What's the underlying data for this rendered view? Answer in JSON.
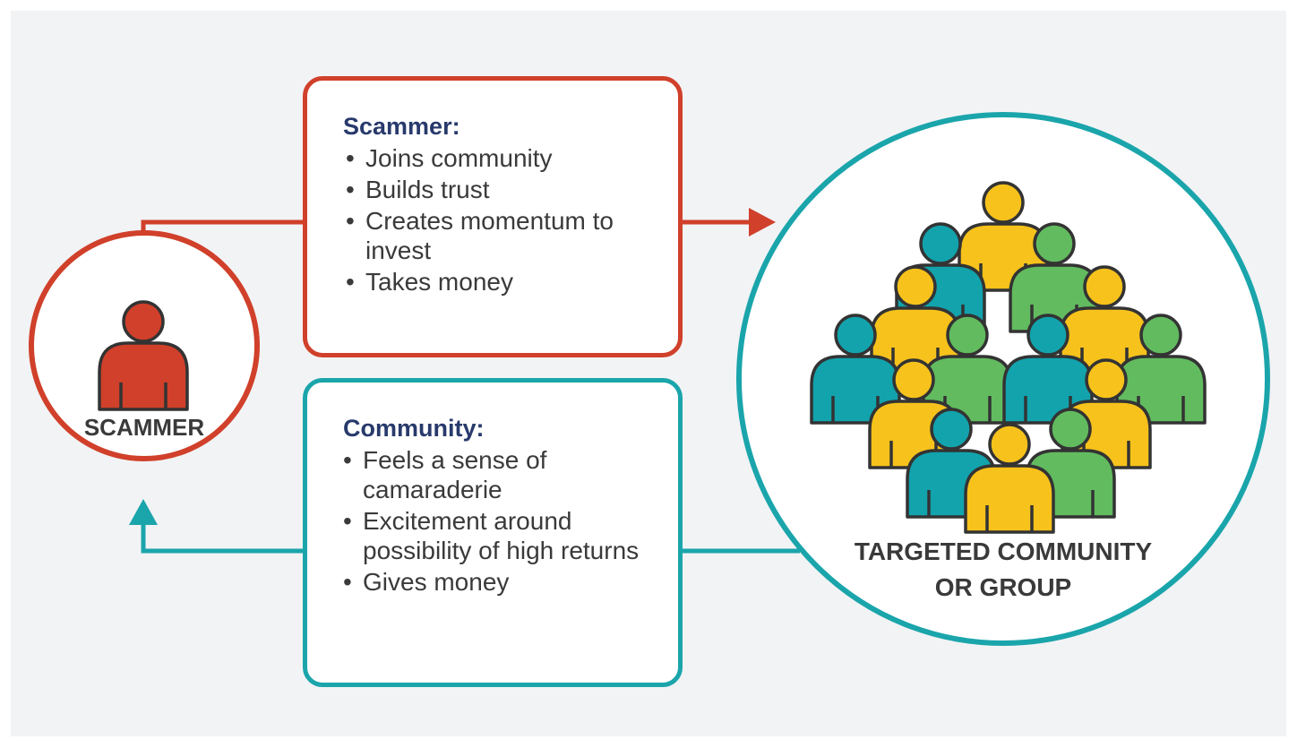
{
  "scammer_node": {
    "label": "SCAMMER",
    "color": "#d0402a",
    "icon": "person-icon"
  },
  "scammer_box": {
    "title": "Scammer:",
    "bullets": [
      "Joins community",
      "Builds trust",
      "Creates momentum to invest",
      "Takes money"
    ],
    "border_color": "#d0402a"
  },
  "community_box": {
    "title": "Community:",
    "bullets": [
      "Feels a sense of camaraderie",
      "Excitement around possibility of high returns",
      "Gives money"
    ],
    "border_color": "#1aa5ab"
  },
  "group_node": {
    "label_line1": "TARGETED COMMUNITY",
    "label_line2": "OR GROUP",
    "color": "#1aa5ab",
    "icon": "crowd-icon",
    "person_colors": {
      "teal": "#12a3ad",
      "yellow": "#f7c21b",
      "green": "#62bb5f"
    }
  },
  "colors": {
    "background": "#f2f3f5",
    "title_text": "#283a6c",
    "outline": "#333333"
  }
}
